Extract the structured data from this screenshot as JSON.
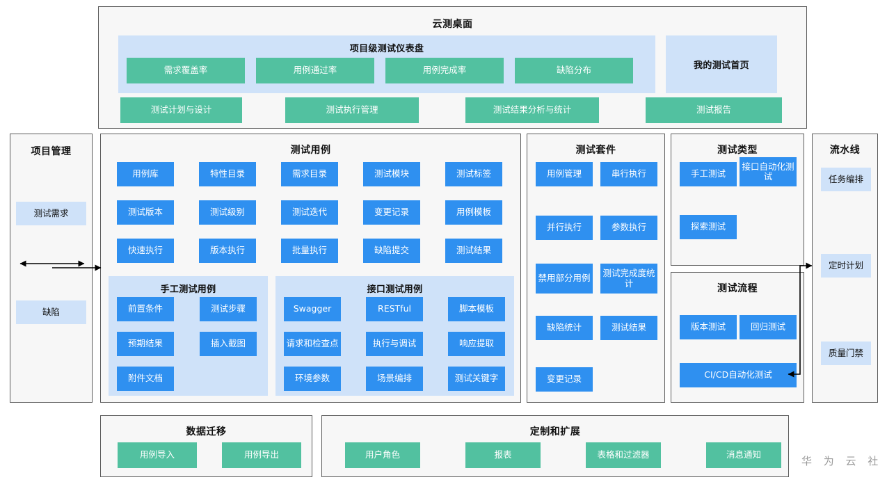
{
  "colors": {
    "blue_chip": "#2f90f0",
    "green_chip": "#52c1a0",
    "light_blue_panel": "#cfe2f9",
    "panel_bg": "#f7f7f7",
    "panel_border": "#5a5a5a",
    "page_bg": "#ffffff",
    "watermark": "#9a9a9a"
  },
  "watermark": "华 为 云 社 区",
  "desktop": {
    "title": "云测桌面",
    "dashboard": {
      "title": "项目级测试仪表盘",
      "metrics": [
        {
          "label": "需求覆盖率"
        },
        {
          "label": "用例通过率"
        },
        {
          "label": "用例完成率"
        },
        {
          "label": "缺陷分布"
        }
      ]
    },
    "my_home": {
      "label": "我的测试首页"
    },
    "actions": [
      {
        "label": "测试计划与设计"
      },
      {
        "label": "测试执行管理"
      },
      {
        "label": "测试结果分析与统计"
      },
      {
        "label": "测试报告"
      }
    ]
  },
  "project_management": {
    "title": "项目管理",
    "items": [
      {
        "label": "测试需求"
      },
      {
        "label": "缺陷"
      }
    ]
  },
  "test_case": {
    "title": "测试用例",
    "grid": [
      {
        "label": "用例库"
      },
      {
        "label": "特性目录"
      },
      {
        "label": "需求目录"
      },
      {
        "label": "测试模块"
      },
      {
        "label": "测试标签"
      },
      {
        "label": "测试版本"
      },
      {
        "label": "测试级别"
      },
      {
        "label": "测试迭代"
      },
      {
        "label": "变更记录"
      },
      {
        "label": "用例模板"
      },
      {
        "label": "快速执行"
      },
      {
        "label": "版本执行"
      },
      {
        "label": "批量执行"
      },
      {
        "label": "缺陷提交"
      },
      {
        "label": "测试结果"
      }
    ],
    "manual": {
      "title": "手工测试用例",
      "items": [
        {
          "label": "前置条件"
        },
        {
          "label": "测试步骤"
        },
        {
          "label": "预期结果"
        },
        {
          "label": "插入截图"
        },
        {
          "label": "附件文档"
        }
      ]
    },
    "api": {
      "title": "接口测试用例",
      "items": [
        {
          "label": "Swagger"
        },
        {
          "label": "RESTful"
        },
        {
          "label": "脚本模板"
        },
        {
          "label": "请求和检查点"
        },
        {
          "label": "执行与调试"
        },
        {
          "label": "响应提取"
        },
        {
          "label": "环境参数"
        },
        {
          "label": "场景编排"
        },
        {
          "label": "测试关键字"
        }
      ]
    }
  },
  "test_suite": {
    "title": "测试套件",
    "items": [
      {
        "label": "用例管理"
      },
      {
        "label": "串行执行"
      },
      {
        "label": "并行执行"
      },
      {
        "label": "参数执行"
      },
      {
        "label": "禁用部分用例"
      },
      {
        "label": "测试完成度统计"
      },
      {
        "label": "缺陷统计"
      },
      {
        "label": "测试结果"
      },
      {
        "label": "变更记录"
      }
    ]
  },
  "test_type": {
    "title": "测试类型",
    "items": [
      {
        "label": "手工测试"
      },
      {
        "label": "接口自动化测试"
      },
      {
        "label": "探索测试"
      }
    ]
  },
  "test_flow": {
    "title": "测试流程",
    "items": [
      {
        "label": "版本测试"
      },
      {
        "label": "回归测试"
      },
      {
        "label": "CI/CD自动化测试"
      }
    ]
  },
  "pipeline": {
    "title": "流水线",
    "items": [
      {
        "label": "任务编排"
      },
      {
        "label": "定时计划"
      },
      {
        "label": "质量门禁"
      }
    ]
  },
  "data_migration": {
    "title": "数据迁移",
    "items": [
      {
        "label": "用例导入"
      },
      {
        "label": "用例导出"
      }
    ]
  },
  "customization": {
    "title": "定制和扩展",
    "items": [
      {
        "label": "用户角色"
      },
      {
        "label": "报表"
      },
      {
        "label": "表格和过滤器"
      },
      {
        "label": "消息通知"
      }
    ]
  }
}
